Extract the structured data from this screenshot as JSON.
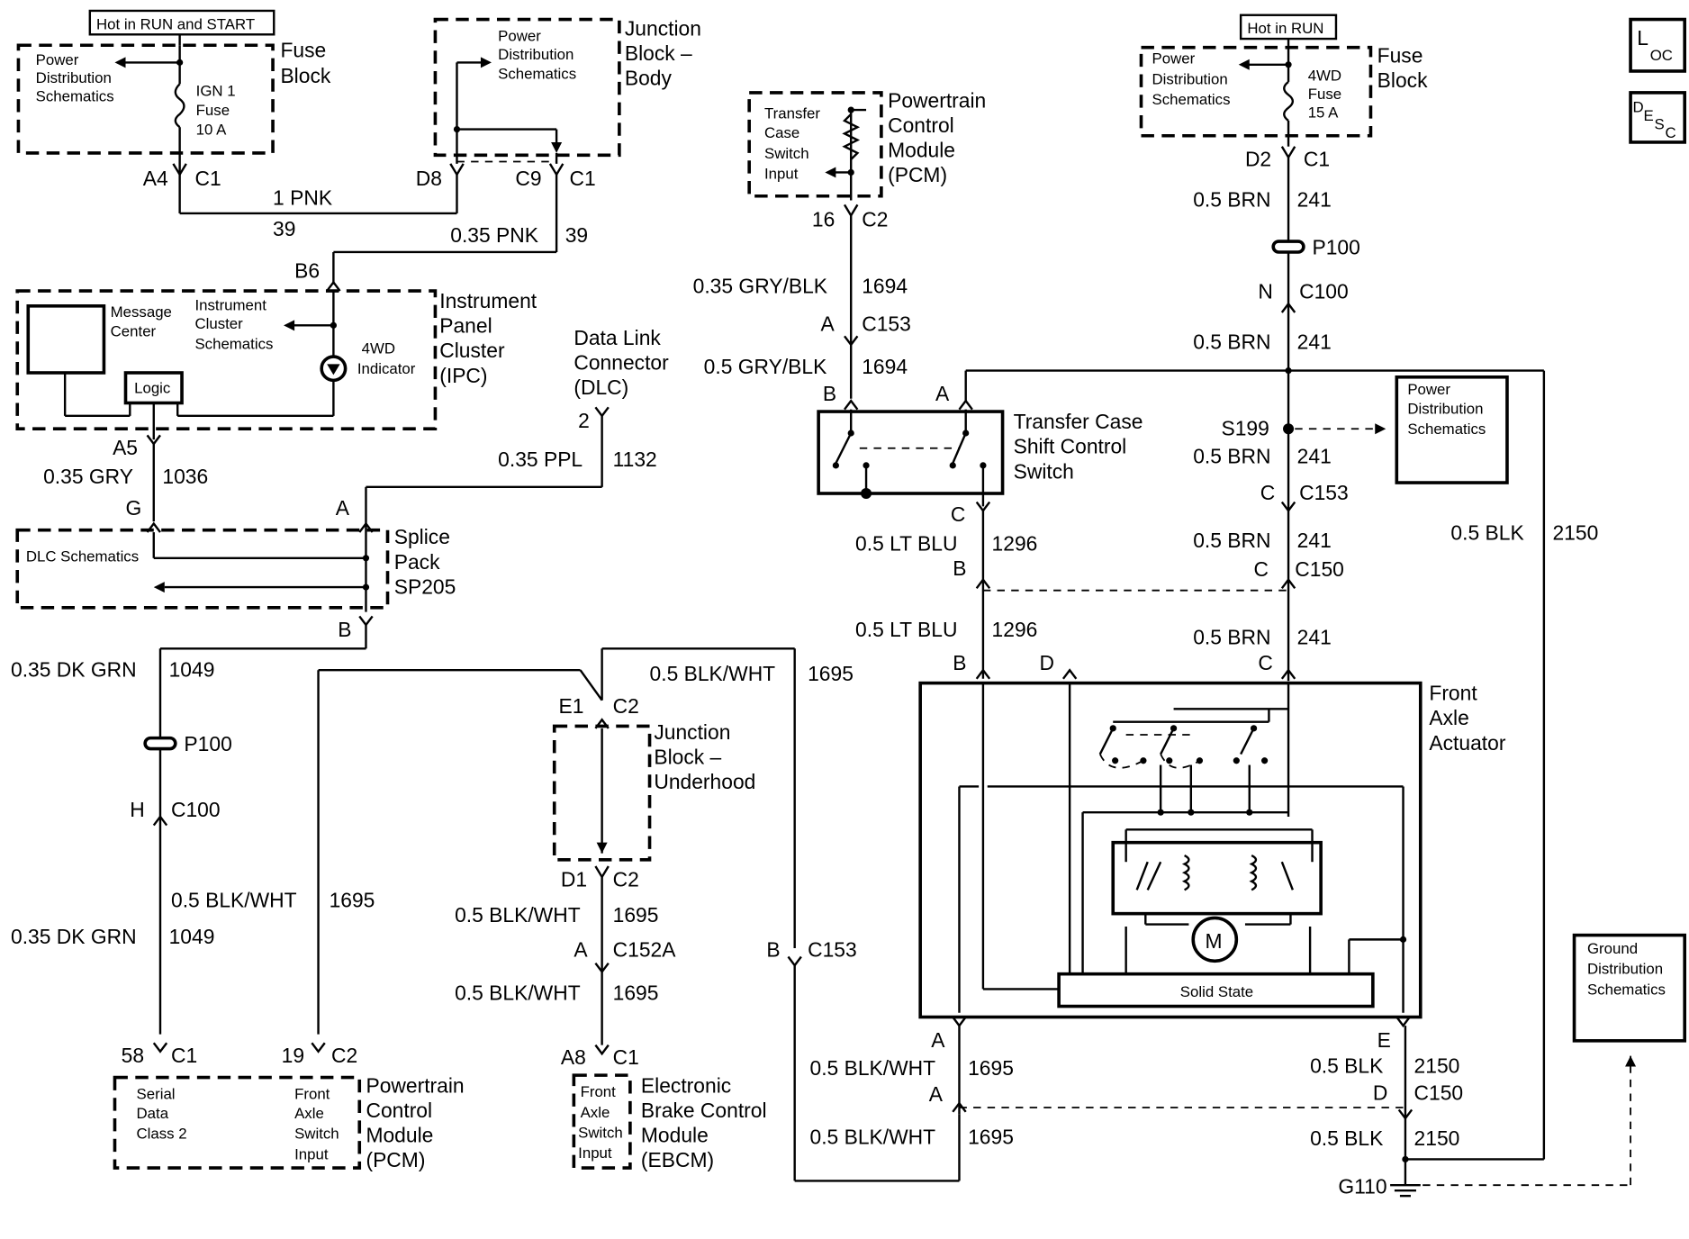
{
  "badges": {
    "loc": {
      "main": "L",
      "sub": "OC"
    },
    "desc": {
      "main": "D",
      "sub1": "E",
      "sub2": "S",
      "sub3": "C"
    }
  },
  "labels": {
    "hot_run_start": "Hot in RUN and START",
    "hot_run": "Hot in RUN",
    "pds1": "Power",
    "pds2": "Distribution",
    "pds3": "Schematics",
    "ign1": "IGN 1",
    "fuse": "Fuse",
    "ign_amp": "10 A",
    "fuse_block1": "Fuse",
    "fuse_block2": "Block",
    "a4": "A4",
    "c1": "C1",
    "jb_body1": "Junction",
    "jb_body2": "Block –",
    "jb_body3": "Body",
    "d8": "D8",
    "c9": "C9",
    "w_1pnk": "1 PNK",
    "c39": "39",
    "w_035pnk": "0.35 PNK",
    "b6": "B6",
    "msg1": "Message",
    "msg2": "Center",
    "ic1": "Instrument",
    "ic2": "Cluster",
    "ic3": "Schematics",
    "logic": "Logic",
    "fwd_ind1": "4WD",
    "fwd_ind2": "Indicator",
    "ipc1": "Instrument",
    "ipc2": "Panel",
    "ipc3": "Cluster",
    "ipc4": "(IPC)",
    "a5": "A5",
    "w_035gry": "0.35 GRY",
    "c1036": "1036",
    "g": "G",
    "a": "A",
    "b": "B",
    "c": "C",
    "d": "D",
    "e": "E",
    "h": "H",
    "n": "N",
    "dlc_sch": "DLC Schematics",
    "sp1": "Splice",
    "sp2": "Pack",
    "sp3": "SP205",
    "dlc1": "Data Link",
    "dlc2": "Connector",
    "dlc3": "(DLC)",
    "pin2": "2",
    "w_035ppl": "0.35 PPL",
    "c1132": "1132",
    "w_035dkgrn": "0.35 DK GRN",
    "c1049": "1049",
    "p100": "P100",
    "c100": "C100",
    "w_05blkwht": "0.5 BLK/WHT",
    "c1695": "1695",
    "e1": "E1",
    "c2": "C2",
    "d1": "D1",
    "jbu1": "Junction",
    "jbu2": "Block –",
    "jbu3": "Underhood",
    "c152a": "C152A",
    "c153": "C153",
    "p58": "58",
    "p19": "19",
    "a8": "A8",
    "sd1": "Serial",
    "sd2": "Data",
    "sd3": "Class 2",
    "fas1": "Front",
    "fas2": "Axle",
    "fas3": "Switch",
    "fas4": "Input",
    "pcm1": "Powertrain",
    "pcm2": "Control",
    "pcm3": "Module",
    "pcm4": "(PCM)",
    "ebcm1": "Electronic",
    "ebcm2": "Brake Control",
    "ebcm3": "Module",
    "ebcm4": "(EBCM)",
    "tcs1": "Transfer",
    "tcs2": "Case",
    "tcs3": "Switch",
    "tcs4": "Input",
    "p16": "16",
    "w_035grybl": "0.35 GRY/BLK",
    "c1694": "1694",
    "w_05grybl": "0.5 GRY/BLK",
    "tc1": "Transfer Case",
    "tc2": "Shift Control",
    "tc3": "Switch",
    "w_05ltblu": "0.5 LT BLU",
    "c1296": "1296",
    "fwd_fuse1": "4WD",
    "fwd_fuse2": "Fuse",
    "fwd_amp": "15 A",
    "d2": "D2",
    "w_05brn": "0.5 BRN",
    "c241": "241",
    "s199": "S199",
    "c150": "C150",
    "w_05blk": "0.5 BLK",
    "c2150": "2150",
    "fa1": "Front",
    "fa2": "Axle",
    "fa3": "Actuator",
    "motor": "M",
    "solid_state": "Solid State",
    "gds1": "Ground",
    "gds2": "Distribution",
    "gds3": "Schematics",
    "g110": "G110"
  }
}
